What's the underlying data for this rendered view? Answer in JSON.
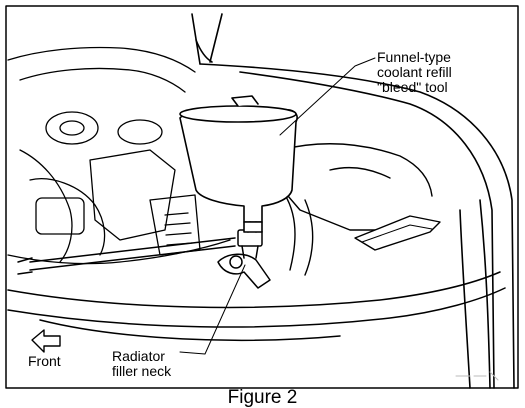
{
  "labels": {
    "funnel_tool": [
      "Funnel-type",
      "coolant refill",
      "\"bleed\" tool"
    ],
    "front": "Front",
    "radiator_neck": [
      "Radiator",
      "filler neck"
    ]
  },
  "caption": "Figure 2"
}
